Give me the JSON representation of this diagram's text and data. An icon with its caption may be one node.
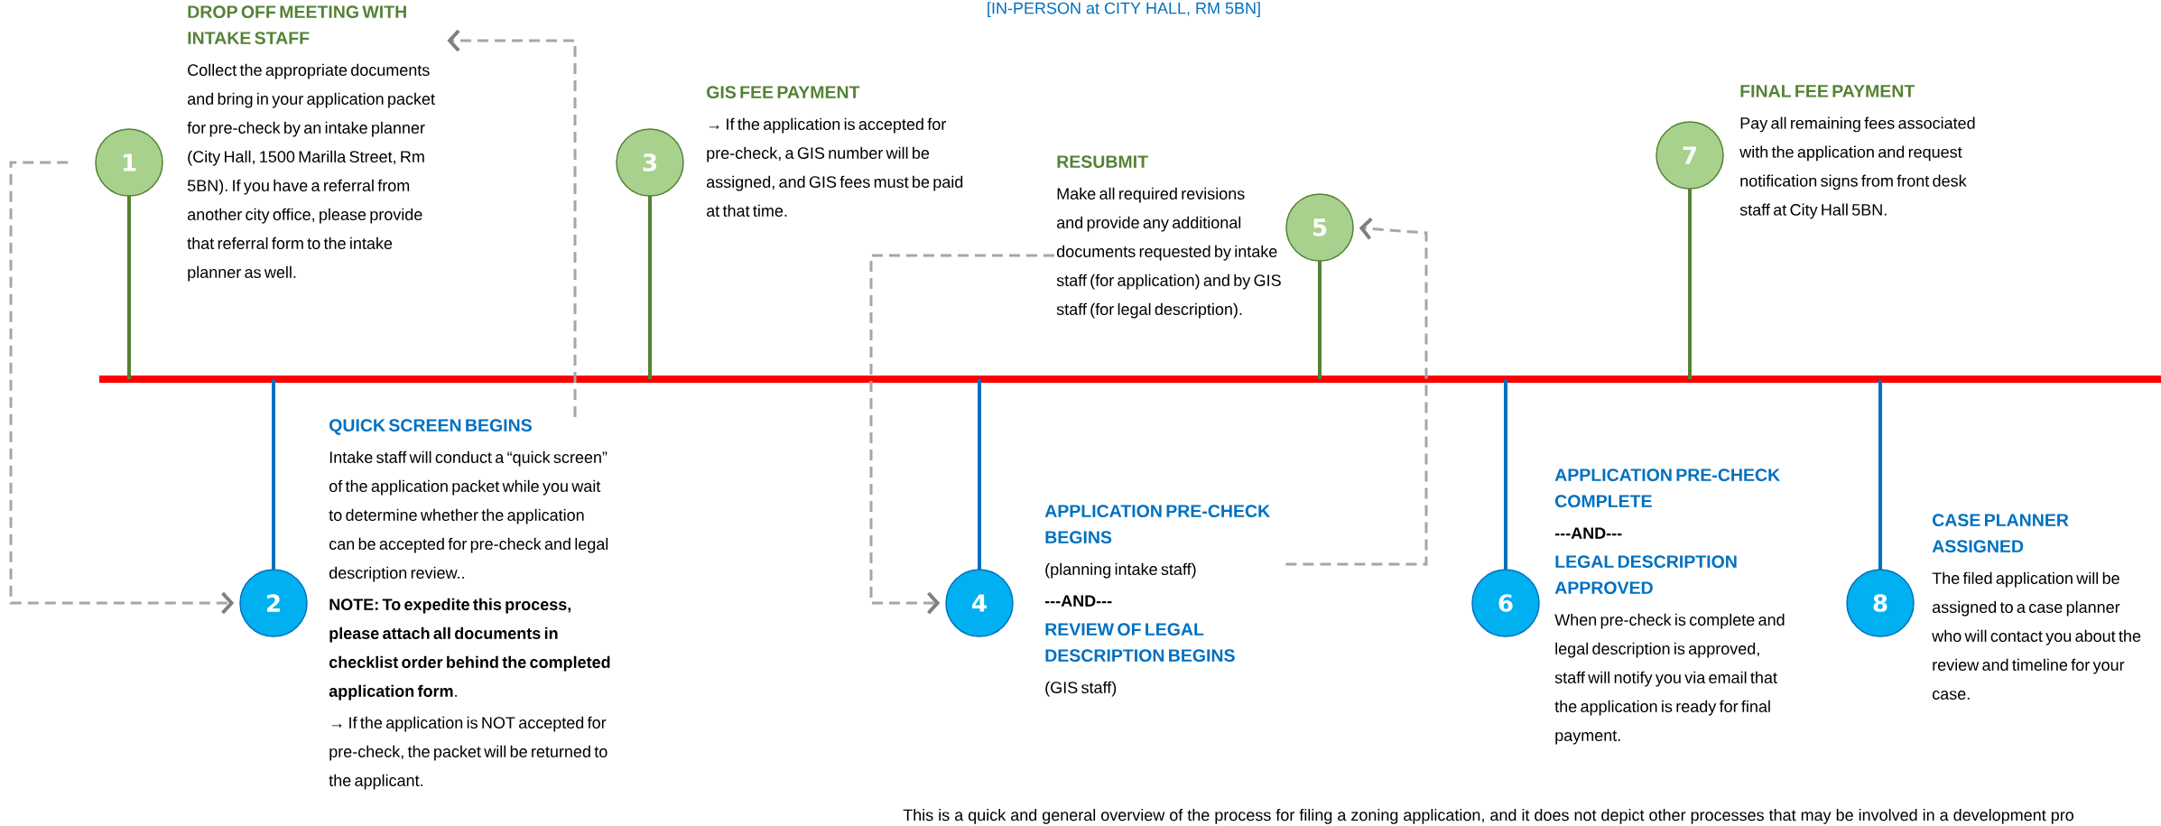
{
  "diagram": {
    "title": "[IN-PERSON at CITY HALL, RM 5BN]",
    "nodes": [
      {
        "text": [
          "1"
        ]
      },
      {
        "text": [
          "DROP OFF MEETING WITH INTAKE STAFF",
          "Collect the appropriate documents and bring in your application packet for pre-check by an intake planner (City Hall, 1500 Marilla Street, Rm 5BN). If you have a referral from another city office, please provide that referral form to the intake planner as well."
        ]
      },
      {
        "text": [
          "2"
        ]
      },
      {
        "text": [
          "QUICK SCREEN BEGINS",
          "Intake staff will conduct a “quick screen” of the application packet while you wait to determine whether the application can be accepted for pre-check and legal description review..",
          "**NOTE: To expedite this process, please attach all documents in checklist order behind the completed application form**.",
          "→ If the application is NOT accepted for pre-check, the packet will be returned to the applicant."
        ]
      },
      {
        "text": [
          "3"
        ]
      },
      {
        "text": [
          "GIS FEE PAYMENT",
          "→ If the application is accepted for pre-check, a GIS number will be assigned, and GIS fees must be paid at that time."
        ]
      },
      {
        "text": [
          "4"
        ]
      },
      {
        "text": [
          "APPLICATION PRE-CHECK BEGINS",
          "(planning intake staff)",
          "---AND---",
          "REVIEW OF LEGAL DESCRIPTION BEGINS",
          "(GIS staff)"
        ]
      },
      {
        "text": [
          "5"
        ]
      },
      {
        "text": [
          "RESUBMIT",
          "Make all required revisions and provide any additional documents requested by intake staff (for application) and by GIS staff (for legal description)."
        ]
      },
      {
        "text": [
          "6"
        ]
      },
      {
        "text": [
          "APPLICATION PRE-CHECK COMPLETE",
          "---AND---",
          "LEGAL DESCRIPTION APPROVED",
          "When pre-check is complete and legal description is approved, staff will notify you via email that the application is ready for final payment."
        ]
      },
      {
        "text": [
          "7"
        ]
      },
      {
        "text": [
          "FINAL FEE PAYMENT",
          "Pay all remaining fees associated with the application and request notification signs from front desk staff at City Hall 5BN."
        ]
      },
      {
        "text": [
          "8"
        ]
      },
      {
        "text": [
          "CASE PLANNER ASSIGNED",
          "The filed application will be assigned to a case planner who will contact you about the review and timeline for your case."
        ]
      }
    ],
    "edges": [
      {
        "from": 0,
        "to": 2,
        "arrow": "to",
        "style": "dashed"
      },
      {
        "from": 3,
        "to": 1,
        "arrow": "to",
        "style": "dashed"
      },
      {
        "from": 9,
        "to": 6,
        "arrow": "to",
        "style": "dashed"
      },
      {
        "from": 7,
        "to": 8,
        "arrow": "to",
        "style": "dashed"
      }
    ],
    "labels": [
      "This is a quick and general overview of the process for filing a zoning application, and it does not depict other processes that may be involved in a development pro"
    ]
  }
}
